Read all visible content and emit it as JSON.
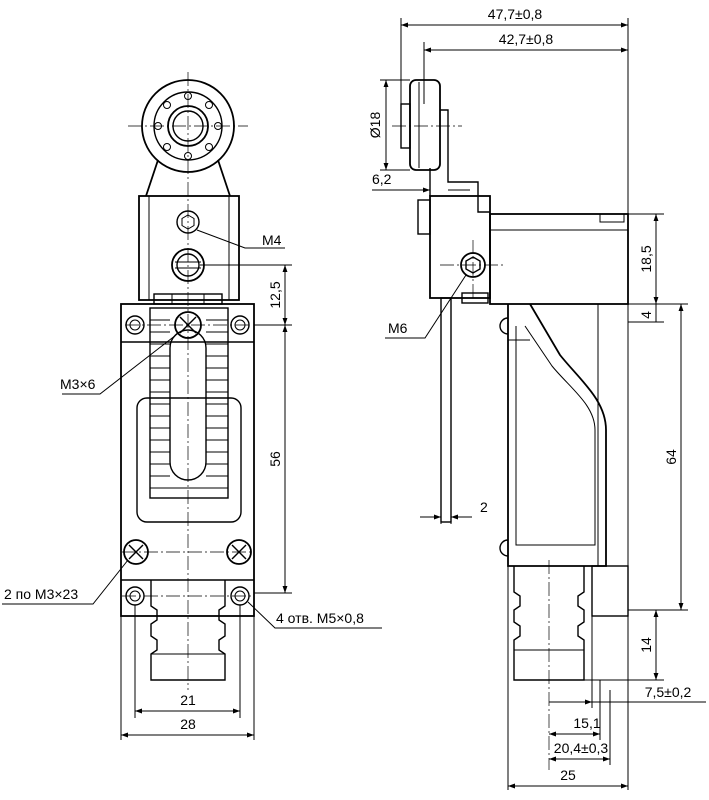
{
  "dimensions": {
    "width_outer": "47,7±0,8",
    "width_inner": "42,7±0,8",
    "roller_diameter": "Ø18",
    "roller_offset": "6,2",
    "top_height": "18,5",
    "gap_4": "4",
    "body_height": "64",
    "bottom_14": "14",
    "offset_7_5": "7,5±0,2",
    "depth_15_1": "15,1",
    "depth_20_4": "20,4±0,3",
    "depth_25": "25",
    "lever_2": "2",
    "front_12_5": "12,5",
    "front_56": "56",
    "front_21": "21",
    "front_28": "28"
  },
  "labels": {
    "m4": "M4",
    "m6": "M6",
    "m3x6": "M3×6",
    "screws": "2 по M3×23",
    "holes": "4 отв. M5×0,8"
  }
}
